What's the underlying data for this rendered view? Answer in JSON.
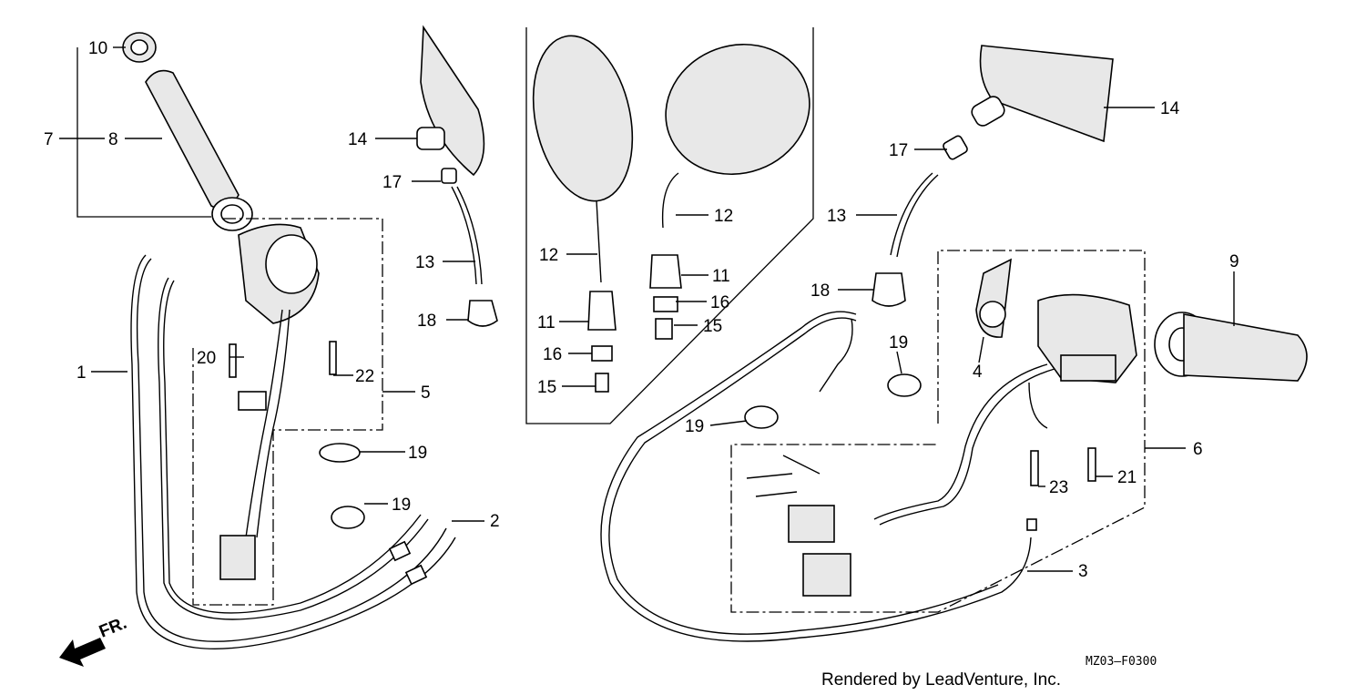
{
  "diagram": {
    "code": "MZ03—F0300",
    "credit": "Rendered by LeadVenture, Inc.",
    "direction": "FR.",
    "callouts": {
      "c1": "1",
      "c2": "2",
      "c3": "3",
      "c4": "4",
      "c5": "5",
      "c6": "6",
      "c7": "7",
      "c8": "8",
      "c9": "9",
      "c10": "10",
      "c11a": "11",
      "c11b": "11",
      "c12a": "12",
      "c12b": "12",
      "c13a": "13",
      "c13b": "13",
      "c14a": "14",
      "c14b": "14",
      "c15a": "15",
      "c15b": "15",
      "c16a": "16",
      "c16b": "16",
      "c17a": "17",
      "c17b": "17",
      "c18a": "18",
      "c18b": "18",
      "c19a": "19",
      "c19b": "19",
      "c19c": "19",
      "c19d": "19",
      "c20": "20",
      "c21": "21",
      "c22": "22",
      "c23": "23"
    }
  }
}
